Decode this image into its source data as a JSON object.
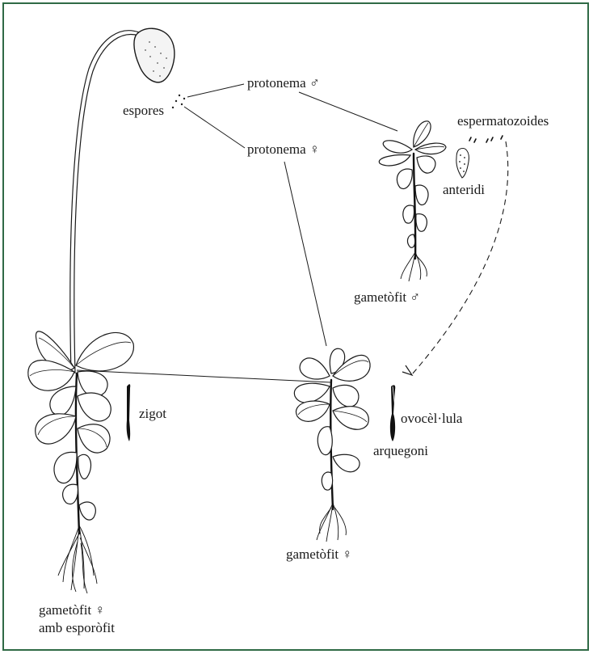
{
  "labels": {
    "protonema_male": "protonema ♂",
    "espores": "espores",
    "protonema_female": "protonema ♀",
    "espermatozoides": "espermatozoides",
    "anteridi": "anteridi",
    "gametofit_male": "gametòfit ♂",
    "zigot": "zigot",
    "ovocellula": "ovocèl·lula",
    "arquegoni": "arquegoni",
    "gametofit_female": "gametòfit ♀",
    "gametofit_sporophyte_line1": "gametòfit ♀",
    "gametofit_sporophyte_line2": "amb esporòfit"
  },
  "colors": {
    "frame": "#2f6a45",
    "ink": "#1a1a1a"
  }
}
